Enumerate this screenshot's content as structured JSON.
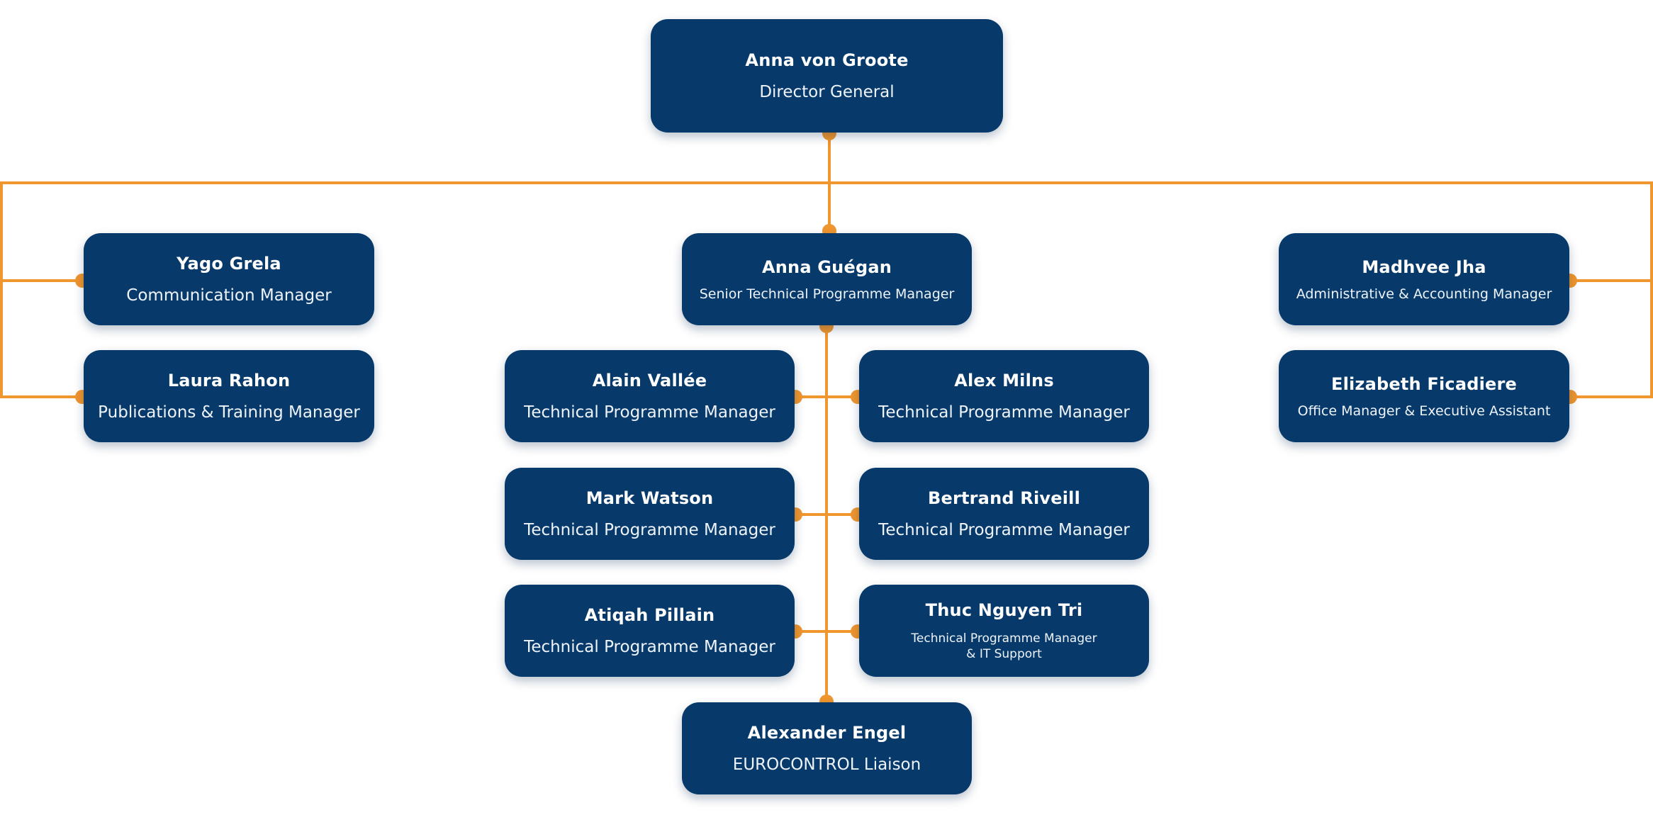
{
  "org": {
    "director": {
      "name": "Anna von Groote",
      "role": "Director General"
    },
    "senior": {
      "name": "Anna Guégan",
      "role": "Senior Technical Programme Manager"
    },
    "left": [
      {
        "name": "Yago Grela",
        "role": "Communication Manager"
      },
      {
        "name": "Laura Rahon",
        "role": "Publications & Training Manager"
      }
    ],
    "right": [
      {
        "name": "Madhvee Jha",
        "role": "Administrative & Accounting Manager"
      },
      {
        "name": "Elizabeth Ficadiere",
        "role": "Office Manager & Executive Assistant"
      }
    ],
    "tpm": [
      {
        "name": "Alain Vallée",
        "role": "Technical Programme Manager"
      },
      {
        "name": "Alex Milns",
        "role": "Technical Programme Manager"
      },
      {
        "name": "Mark Watson",
        "role": "Technical Programme Manager"
      },
      {
        "name": "Bertrand Riveill",
        "role": "Technical Programme Manager"
      },
      {
        "name": "Atiqah Pillain",
        "role": "Technical Programme Manager"
      },
      {
        "name": "Thuc Nguyen Tri",
        "role": "Technical Programme Manager\n& IT Support"
      }
    ],
    "liaison": {
      "name": "Alexander Engel",
      "role": "EUROCONTROL Liaison"
    }
  },
  "colors": {
    "box": "#073a6b",
    "connector": "#f0962e"
  }
}
